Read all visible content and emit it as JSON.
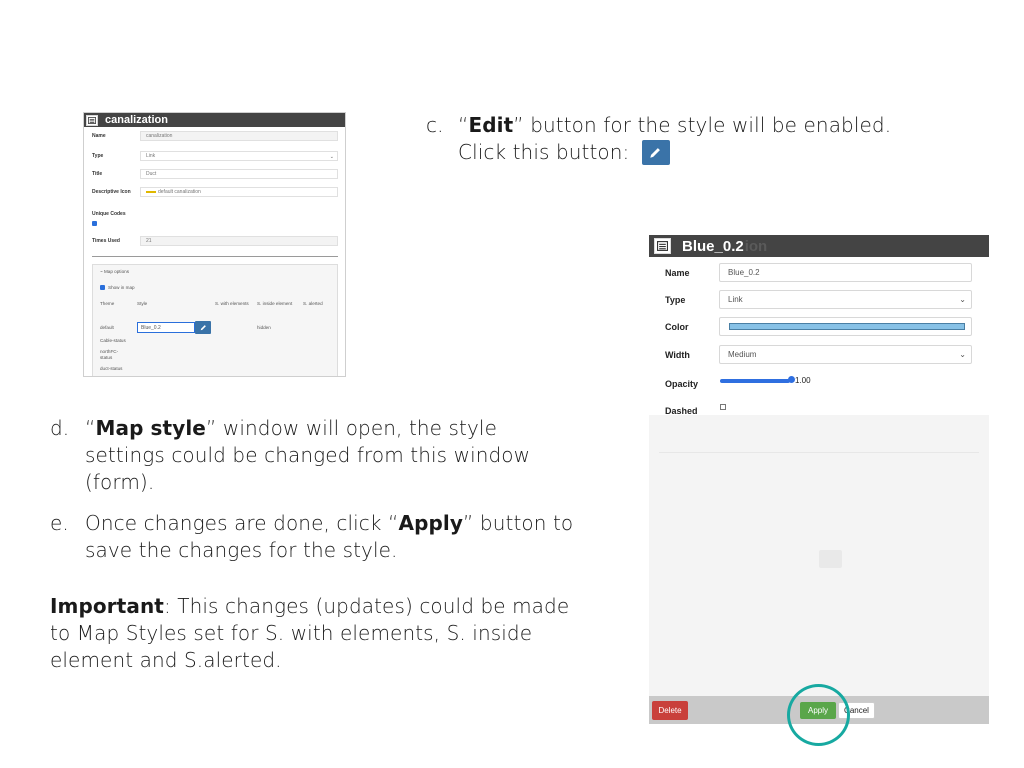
{
  "canalization_window": {
    "title": "canalization",
    "fields": {
      "name_label": "Name",
      "name_value": "canalization",
      "type_label": "Type",
      "type_value": "Link",
      "title_label": "Title",
      "title_value": "Duct",
      "descriptive_icon_label": "Descriptive Icon",
      "descriptive_icon_value": "default canalization",
      "unique_codes_label": "Unique Codes",
      "times_used_label": "Times Used",
      "times_used_value": "21"
    },
    "map_options": {
      "header": "~ Map options",
      "show_in_map": "Show in map",
      "columns": [
        "Theme",
        "Style",
        "S. with elements",
        "S. inside element",
        "S. alerted"
      ],
      "rows": [
        {
          "theme": "default",
          "style": "Blue_0.2",
          "inside": "hidden"
        },
        {
          "theme": "Cable-status"
        },
        {
          "theme": "northFC-status"
        },
        {
          "theme": "duct-status"
        }
      ]
    }
  },
  "item_c": {
    "marker": "c.",
    "quote_open": "“",
    "bold": "Edit",
    "quote_close": "”",
    "text_1": " button for the style will be enabled.",
    "text_2": "Click this button:"
  },
  "item_d": {
    "marker": "d.",
    "quote_open": "“",
    "bold": "Map style",
    "quote_close": "”",
    "text": " window will open, the style settings could be changed from this window (form)."
  },
  "item_e": {
    "marker": "e.",
    "text_1": "Once changes are done, click “",
    "bold": "Apply",
    "text_2": "” button to save the changes for the style."
  },
  "important": {
    "bold": "Important",
    "text": ": This changes (updates) could be made to Map Styles set for S. with elements, S. inside element and S.alerted."
  },
  "map_style_window": {
    "title": "Blue_0.2",
    "title_ghost": "ion",
    "name_label": "Name",
    "name_value": "Blue_0.2",
    "type_label": "Type",
    "type_value": "Link",
    "color_label": "Color",
    "color_value": "#87c1e6",
    "width_label": "Width",
    "width_value": "Medium",
    "opacity_label": "Opacity",
    "opacity_value": "1.00",
    "opacity_level": 1.0,
    "dashed_label": "Dashed",
    "dashed_checked": false,
    "delete_label": "Delete",
    "apply_label": "Apply",
    "cancel_label": "Cancel"
  },
  "colors": {
    "header_bg": "#444444",
    "edit_button": "#3a73a8",
    "apply_button": "#5aa64a",
    "delete_button": "#c9403b",
    "highlight_circle": "#17a9a1"
  }
}
